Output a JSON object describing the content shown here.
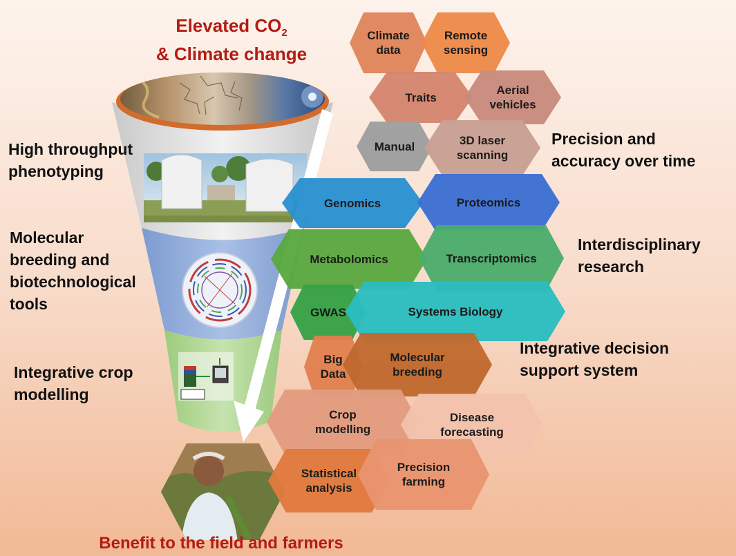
{
  "title": {
    "line1": "Elevated CO",
    "sub": "2",
    "line2": "& Climate change"
  },
  "footer": "Benefit to the field and farmers",
  "left_labels": [
    "High throughput\nphenotyping",
    "Molecular\nbreeding and\nbiotechnological\ntools",
    "Integrative crop\nmodelling"
  ],
  "right_labels": [
    "Precision and\naccuracy over time",
    "Interdisciplinary\nresearch",
    "Integrative decision\nsupport system"
  ],
  "hexagons": [
    {
      "id": "climate-data",
      "label": "Climate\ndata",
      "color": "#e0845a"
    },
    {
      "id": "remote-sensing",
      "label": "Remote\nsensing",
      "color": "#ed8a4a"
    },
    {
      "id": "traits",
      "label": "Traits",
      "color": "#d4856f"
    },
    {
      "id": "aerial-vehicles",
      "label": "Aerial\nvehicles",
      "color": "#c88a7c"
    },
    {
      "id": "manual",
      "label": "Manual",
      "color": "#9e9e9e"
    },
    {
      "id": "laser-scanning",
      "label": "3D laser\nscanning",
      "color": "#c99f93"
    },
    {
      "id": "genomics",
      "label": "Genomics",
      "color": "#2a91cf"
    },
    {
      "id": "proteomics",
      "label": "Proteomics",
      "color": "#3c6fd2"
    },
    {
      "id": "metabolomics",
      "label": "Metabolomics",
      "color": "#5aa93f"
    },
    {
      "id": "transcriptomics",
      "label": "Transcriptomics",
      "color": "#4bad6c"
    },
    {
      "id": "gwas",
      "label": "GWAS",
      "color": "#35a146"
    },
    {
      "id": "systems-biology",
      "label": "Systems Biology",
      "color": "#2bbcc0"
    },
    {
      "id": "big-data",
      "label": "Big\nData",
      "color": "#e1804f"
    },
    {
      "id": "molecular-breeding",
      "label": "Molecular\nbreeding",
      "color": "#c0692f"
    },
    {
      "id": "crop-modelling",
      "label": "Crop\nmodelling",
      "color": "#e29c80"
    },
    {
      "id": "disease-forecasting",
      "label": "Disease\nforecasting",
      "color": "#f3c3ae"
    },
    {
      "id": "statistical-analysis",
      "label": "Statistical\nanalysis",
      "color": "#e07a3d"
    },
    {
      "id": "precision-farming",
      "label": "Precision\nfarming",
      "color": "#e8946f"
    }
  ]
}
